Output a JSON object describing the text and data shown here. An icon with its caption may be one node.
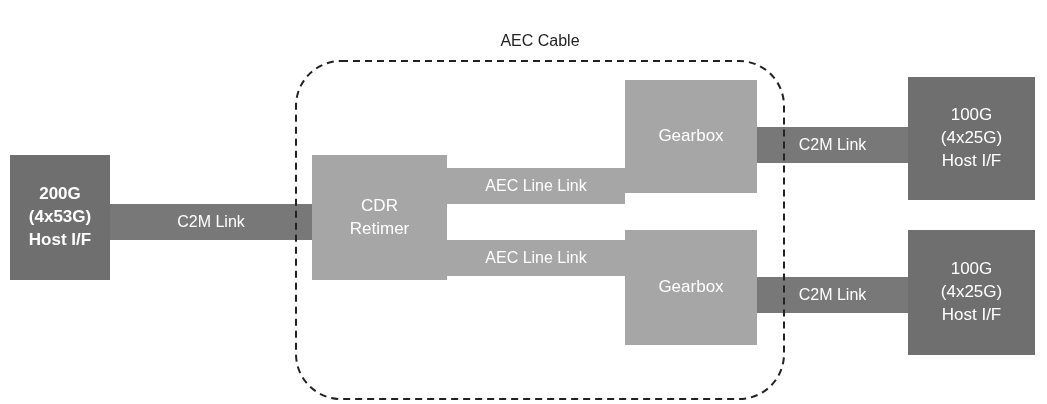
{
  "diagram": {
    "nodes": [
      {
        "text": [
          "200G (4x53G) Host I/F"
        ]
      },
      {
        "text": [
          "AEC Cable"
        ]
      },
      {
        "text": [
          "CDR Retimer"
        ],
        "in": 1
      },
      {
        "text": [
          "Gearbox"
        ],
        "in": 1
      },
      {
        "text": [
          "Gearbox"
        ],
        "in": 1
      },
      {
        "text": [
          "100G (4x25G) Host I/F"
        ]
      },
      {
        "text": [
          "100G (4x25G) Host I/F"
        ]
      }
    ],
    "edges": [
      {
        "from": 0,
        "to": 2,
        "arrow": "none",
        "label": "C2M Link"
      },
      {
        "from": 2,
        "to": 3,
        "arrow": "none",
        "label": "AEC Line Link",
        "color": "#a6a6a6"
      },
      {
        "from": 2,
        "to": 4,
        "arrow": "none",
        "label": "AEC Line Link",
        "color": "#a6a6a6"
      },
      {
        "from": 3,
        "to": 5,
        "arrow": "none",
        "label": "C2M Link"
      },
      {
        "from": 4,
        "to": 6,
        "arrow": "none",
        "label": "C2M Link"
      }
    ]
  }
}
